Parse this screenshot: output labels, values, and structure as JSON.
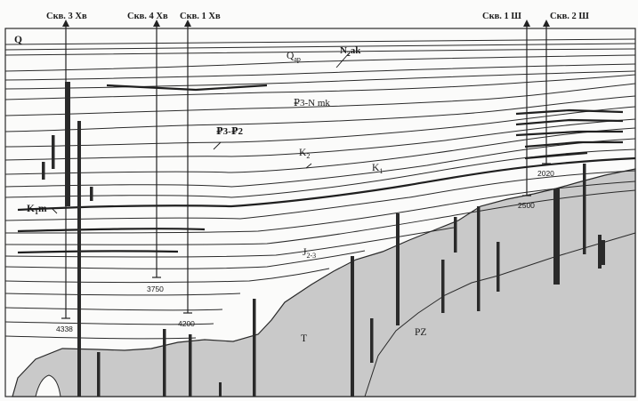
{
  "wells": [
    {
      "name": "Скв. 3 Хв",
      "depth": "4338"
    },
    {
      "name": "Скв. 4 Хв",
      "depth": "3750"
    },
    {
      "name": "Скв. 1 Хв",
      "depth": "4200"
    },
    {
      "name": "Скв. 1 Ш",
      "depth": "2500"
    },
    {
      "name": "Скв. 2 Ш",
      "depth": "2020"
    }
  ],
  "units": {
    "q": "Q",
    "qap_main": "Q",
    "qap_sub": "ap",
    "n2ak_main": "N",
    "n2ak_sub": "2",
    "n2ak_tail": "ak",
    "p3nmk": "₽3-N mk",
    "p3p2": "₽3-₽2",
    "k2_main": "K",
    "k2_sub": "2",
    "k1_main": "K",
    "k1_sub": "1",
    "k1m_main": "K",
    "k1m_sub": "1",
    "k1m_tail": "m",
    "j23_main": "J",
    "j23_sub": "2-3",
    "t": "T",
    "pz": "PZ"
  }
}
